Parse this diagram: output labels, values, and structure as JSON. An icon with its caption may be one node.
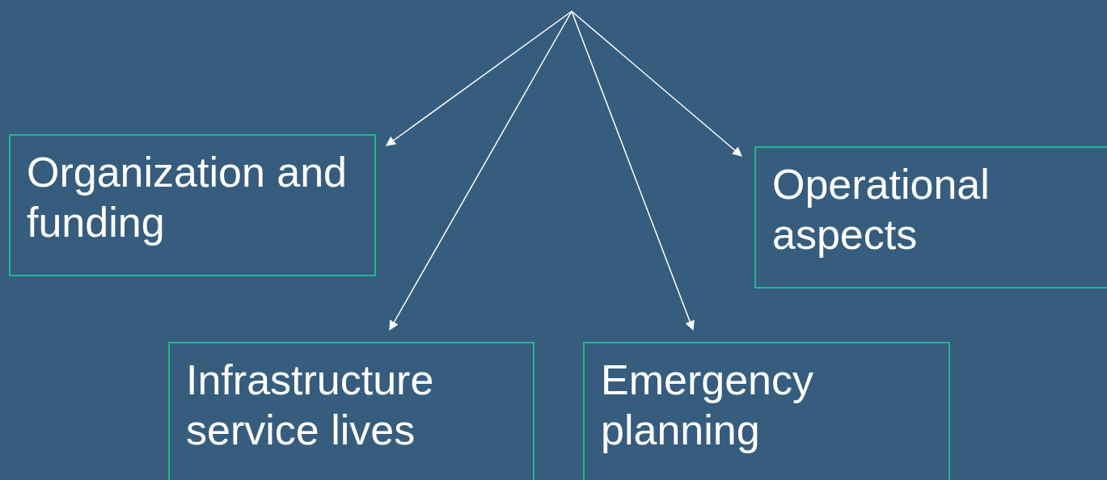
{
  "diagram": {
    "nodes": [
      {
        "text": [
          "Organization and funding"
        ]
      },
      {
        "text": [
          "Operational aspects"
        ]
      },
      {
        "text": [
          "Infrastructure service lives"
        ]
      },
      {
        "text": [
          "Emergency planning"
        ]
      }
    ],
    "edges": [
      {
        "from": null,
        "to": 0,
        "arrow": "to"
      },
      {
        "from": null,
        "to": 2,
        "arrow": "to"
      },
      {
        "from": null,
        "to": 3,
        "arrow": "to"
      },
      {
        "from": null,
        "to": 1,
        "arrow": "to"
      }
    ]
  }
}
